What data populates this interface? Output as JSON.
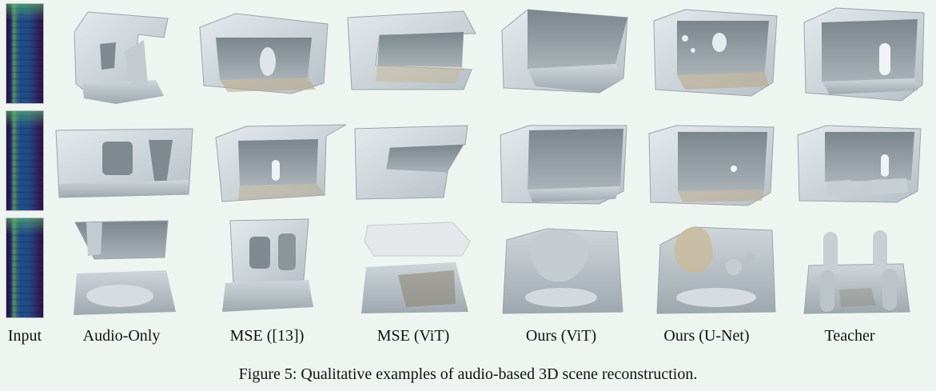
{
  "figure": {
    "columns": [
      {
        "label": "Input"
      },
      {
        "label": "Audio-Only"
      },
      {
        "label": "MSE ([13])"
      },
      {
        "label": "MSE (ViT)"
      },
      {
        "label": "Ours (ViT)"
      },
      {
        "label": "Ours (U-Net)"
      },
      {
        "label": "Teacher"
      }
    ],
    "caption": "Figure 5: Qualitative examples of audio-based 3D scene reconstruction.",
    "palette": {
      "background": "#eef4ef",
      "mesh_light": "#d9dfe2",
      "mesh_mid": "#a9b4ba",
      "mesh_dark": "#6f7a80",
      "mesh_shadow": "#8a826f",
      "spectrogram_dark": "#2b1346",
      "spectrogram_bright": "#78d750"
    }
  }
}
